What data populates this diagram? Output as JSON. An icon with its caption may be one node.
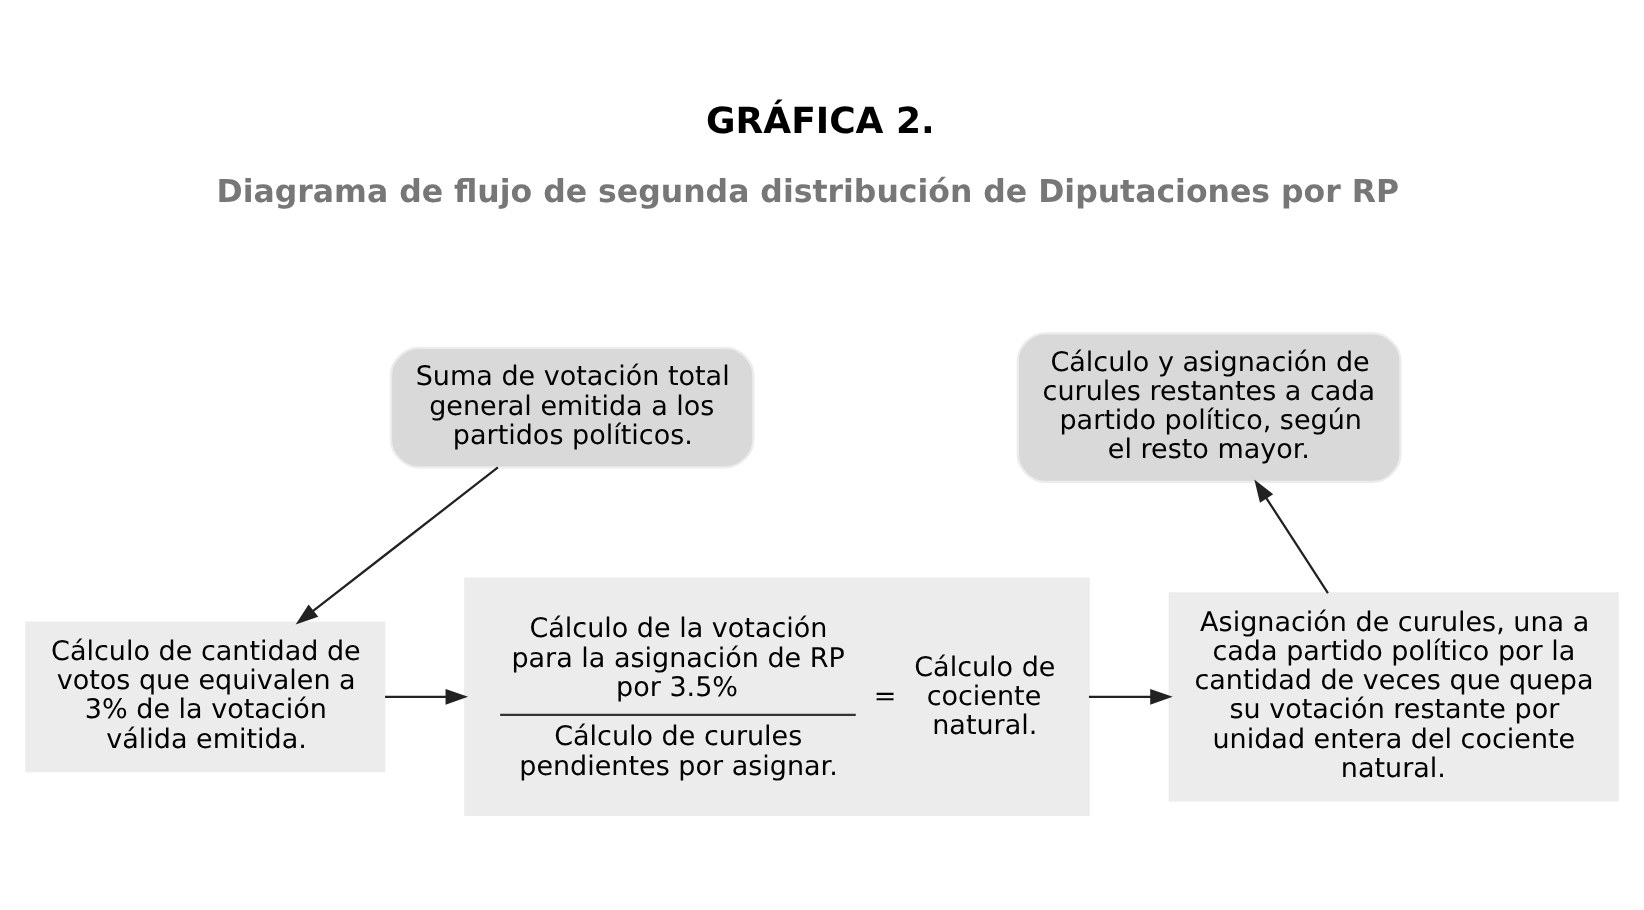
{
  "diagram": {
    "title": "GRÁFICA 2.",
    "nodes": [
      {
        "text": [
          "Suma de votación total general emitida a los partidos políticos."
        ]
      },
      {
        "text": [
          "Cálculo de cantidad de votos que equivalen a 3% de la votación válida emitida."
        ]
      },
      {
        "text": [
          "Cálculo de la votación para la asignación de RP por 3.5%",
          "Cálculo de curules pendientes por asignar.",
          "=",
          "Cálculo de cociente natural."
        ]
      },
      {
        "text": [
          "Asignación de curules, una a cada partido político por la cantidad de veces que quepa su votación restante por unidad entera del cociente natural."
        ]
      },
      {
        "text": [
          "Cálculo y asignación de curules restantes a cada partido político, según el resto mayor."
        ]
      }
    ],
    "edges": [
      {
        "from": 0,
        "to": 1,
        "arrow": "to"
      },
      {
        "from": 1,
        "to": 2,
        "arrow": "to"
      },
      {
        "from": 2,
        "to": 3,
        "arrow": "to"
      },
      {
        "from": 3,
        "to": 4,
        "arrow": "to"
      }
    ],
    "labels": [
      "Diagrama de flujo de segunda distribución de Diputaciones por RP"
    ]
  }
}
